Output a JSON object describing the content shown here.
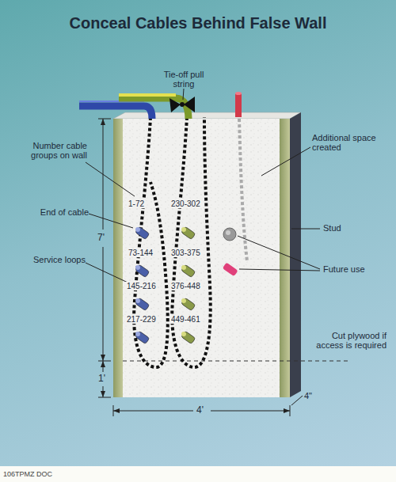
{
  "diagram": {
    "title": "Conceal Cables Behind False Wall",
    "labels": [
      "Tie-off pull string",
      "Additional space created",
      "Number cable groups on wall",
      "End of cable",
      "Stud",
      "Service loops",
      "Future use",
      "Cut plywood if access is required",
      "1-72",
      "230-302",
      "73-144",
      "303-375",
      "145-216",
      "376-448",
      "217-229",
      "449-461",
      "7'",
      "1'",
      "4'",
      "4\"",
      "106TPMZ DOC"
    ]
  }
}
